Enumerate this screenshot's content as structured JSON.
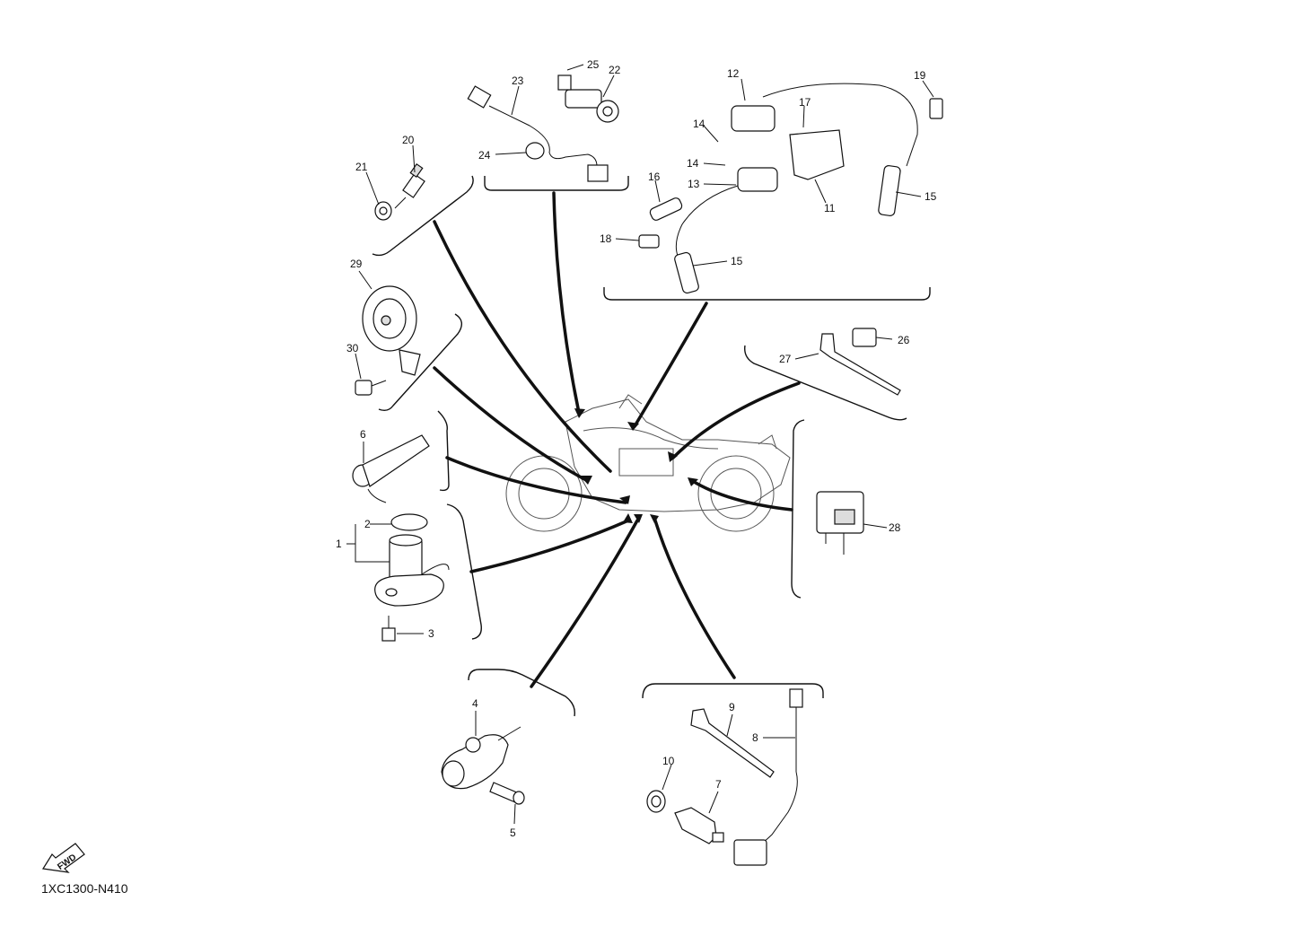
{
  "reference_code": "1XC1300-N410",
  "fwd_label": "FWD",
  "callouts": {
    "c1": "1",
    "c2": "2",
    "c3": "3",
    "c4": "4",
    "c5": "5",
    "c6": "6",
    "c7": "7",
    "c8": "8",
    "c9": "9",
    "c10": "10",
    "c11": "11",
    "c12": "12",
    "c13": "13",
    "c14a": "14",
    "c14b": "14",
    "c15a": "15",
    "c15b": "15",
    "c16": "16",
    "c17": "17",
    "c18": "18",
    "c19": "19",
    "c20": "20",
    "c21": "21",
    "c22": "22",
    "c23": "23",
    "c24": "24",
    "c25": "25",
    "c26": "26",
    "c27": "27",
    "c28": "28",
    "c29": "29",
    "c30": "30"
  },
  "icons": {
    "fwd_arrow": "fwd-arrow-icon"
  },
  "colors": {
    "line": "#111111",
    "background": "#ffffff"
  }
}
